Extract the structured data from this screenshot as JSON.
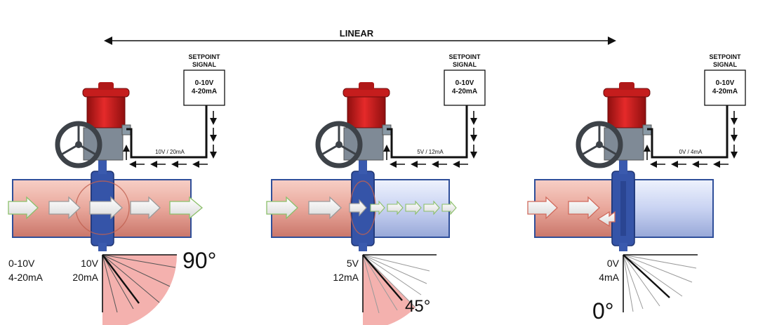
{
  "header": {
    "linear_label": "LINEAR"
  },
  "colors": {
    "pipe_flow": "#e9a79b",
    "pipe_empty": "#c9d3f2",
    "pipe_edge": "#2f4f9a",
    "actuator": "#d81f1f",
    "signal_line": "#111111",
    "angle_fill": "#f2a3a0"
  },
  "icons": [
    "actuator-icon",
    "handwheel-icon",
    "flow-arrow-icon",
    "signal-arrow-icon",
    "butterfly-disc-icon"
  ],
  "range_labels": {
    "voltage": "0-10V",
    "current": "4-20mA"
  },
  "states": [
    {
      "setpoint_title_1": "SETPOINT",
      "setpoint_title_2": "SIGNAL",
      "signal_range_v": "0-10V",
      "signal_range_ma": "4-20mA",
      "feedback_label": "10V / 20mA",
      "input_v": "10V",
      "input_ma": "20mA",
      "angle_label": "90°",
      "opening_deg": 90
    },
    {
      "setpoint_title_1": "SETPOINT",
      "setpoint_title_2": "SIGNAL",
      "signal_range_v": "0-10V",
      "signal_range_ma": "4-20mA",
      "feedback_label": "5V / 12mA",
      "input_v": "5V",
      "input_ma": "12mA",
      "angle_label": "45°",
      "opening_deg": 45
    },
    {
      "setpoint_title_1": "SETPOINT",
      "setpoint_title_2": "SIGNAL",
      "signal_range_v": "0-10V",
      "signal_range_ma": "4-20mA",
      "feedback_label": "0V / 4mA",
      "input_v": "0V",
      "input_ma": "4mA",
      "angle_label": "0°",
      "opening_deg": 0
    }
  ]
}
